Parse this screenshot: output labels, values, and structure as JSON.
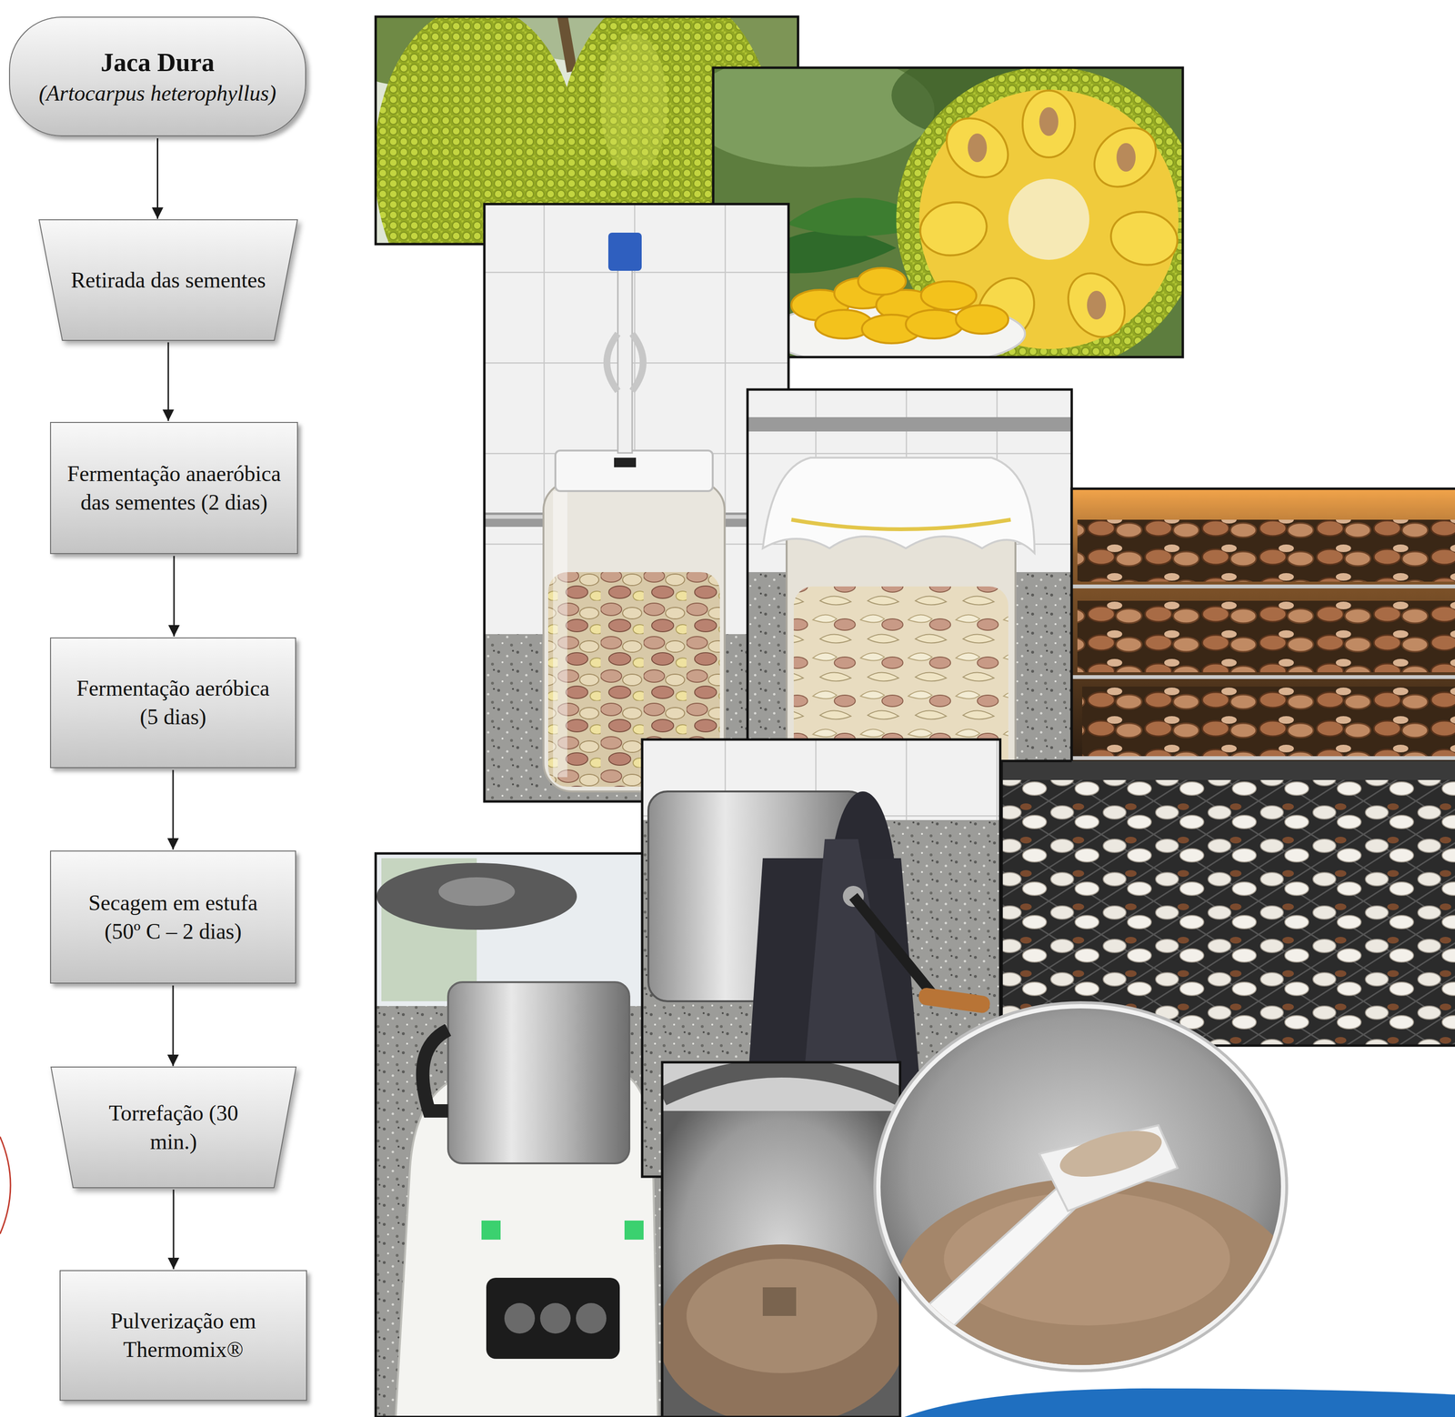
{
  "diagram": {
    "nodes": [
      {
        "text": [
          "Jaca Dura",
          "(Artocarpus heterophyllus)"
        ]
      },
      {
        "text": [
          "Retirada das sementes"
        ]
      },
      {
        "text": [
          "Fermentação anaeróbica das sementes (2 dias)"
        ]
      },
      {
        "text": [
          "Fermentação aeróbica (5 dias)"
        ]
      },
      {
        "text": [
          "Secagem em estufa (50º C – 2 dias)"
        ]
      },
      {
        "text": [
          "Torrefação (30 min.)"
        ]
      },
      {
        "text": [
          "Pulverização em Thermomix®"
        ]
      }
    ],
    "edges": [
      {
        "from": 0,
        "to": 1,
        "arrow": "to"
      },
      {
        "from": 1,
        "to": 2,
        "arrow": "to"
      },
      {
        "from": 2,
        "to": 3,
        "arrow": "to"
      },
      {
        "from": 3,
        "to": 4,
        "arrow": "to"
      },
      {
        "from": 4,
        "to": 5,
        "arrow": "to"
      },
      {
        "from": 5,
        "to": 6,
        "arrow": "to"
      }
    ]
  }
}
